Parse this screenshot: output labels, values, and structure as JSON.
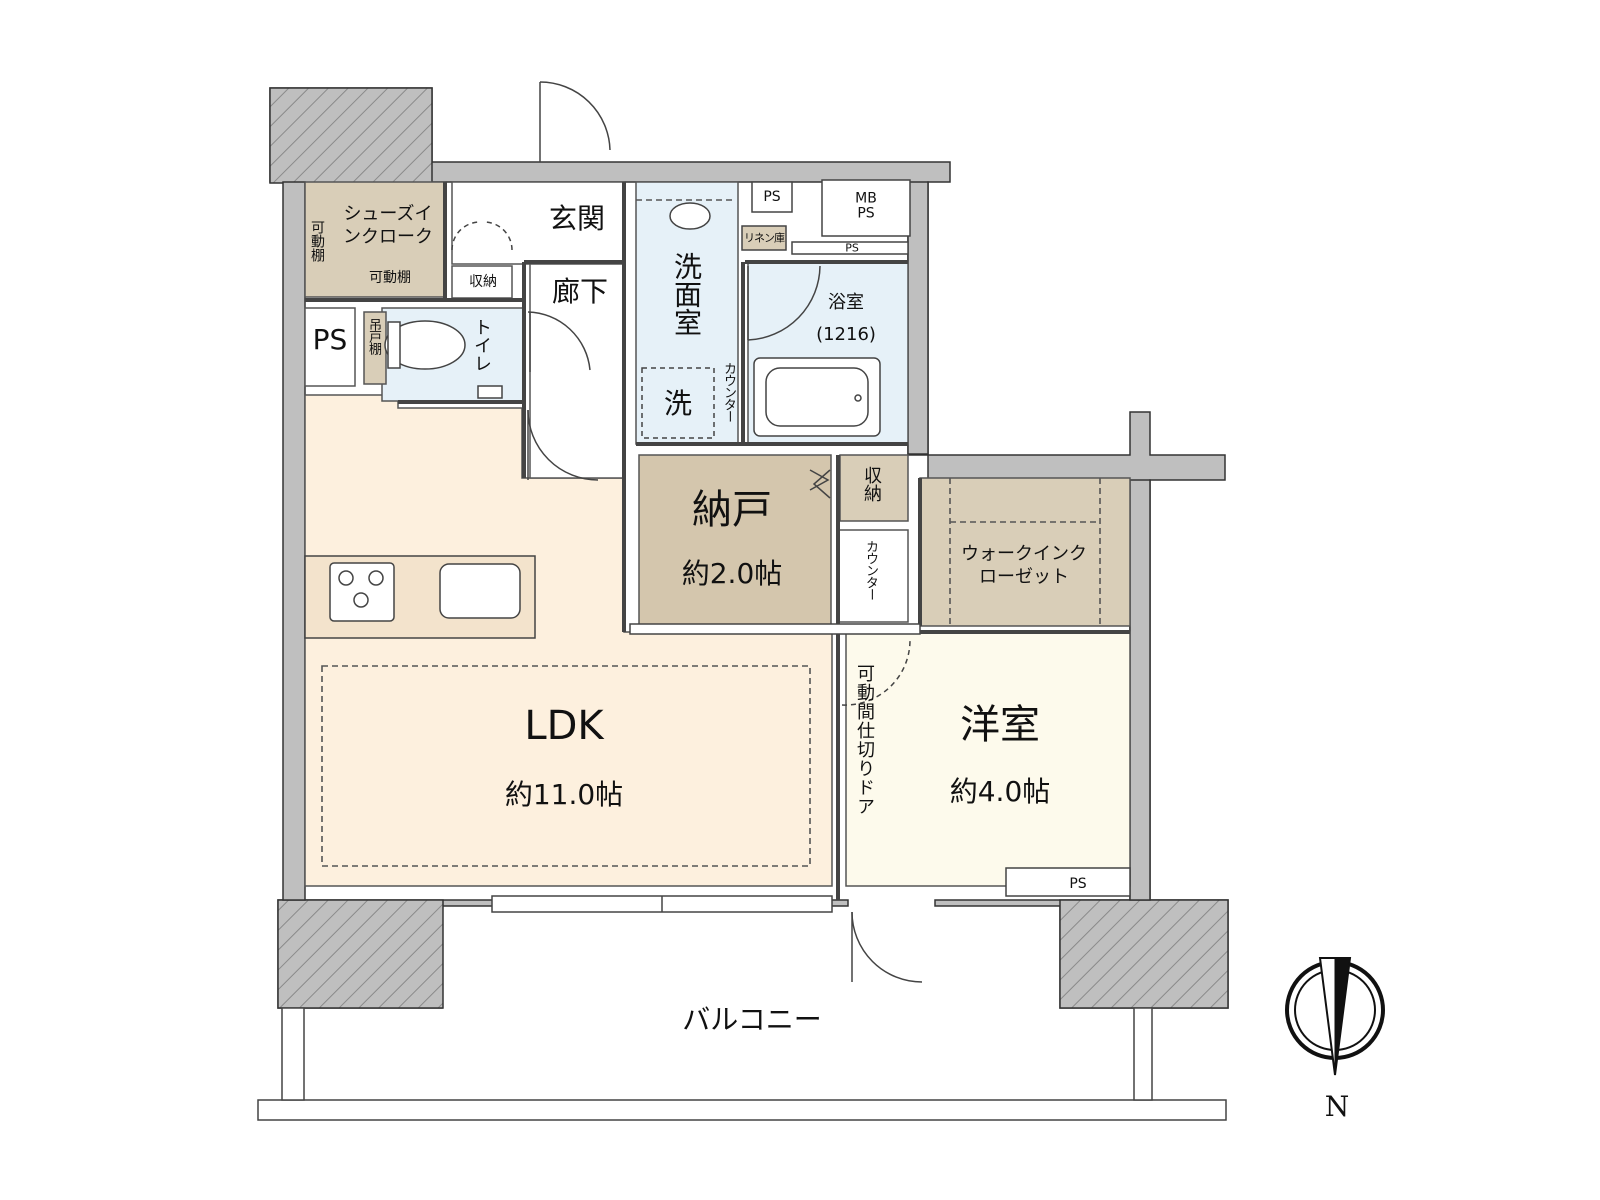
{
  "rooms": {
    "ldk": {
      "name": "LDK",
      "size": "約11.0帖"
    },
    "western": {
      "name": "洋室",
      "size": "約4.0帖"
    },
    "storage": {
      "name": "納戸",
      "size": "約2.0帖"
    },
    "entrance": "玄関",
    "hallway": "廊下",
    "washroom": "洗面室",
    "bath": {
      "name": "浴室",
      "spec": "(1216)"
    },
    "toilet": "トイレ",
    "shoes_closet": "シューズインクローク",
    "walk_in_closet": "ウォークインクローゼット",
    "balcony": "バルコニー"
  },
  "labels": {
    "movable_shelf_v": "可動棚",
    "movable_shelf_h": "可動棚",
    "storage_small": "収納",
    "storage_vertical": "収納",
    "ps_left": "PS",
    "ps_top": "PS",
    "mb_ps": "MB\nPS",
    "ps_strip": "PS",
    "ps_bottom": "PS",
    "linen": "リネン庫",
    "hanging_shelf": "吊戸棚",
    "counter_wash": "カウンター",
    "counter_storage": "カウンター",
    "washer": "洗",
    "movable_door": "可動間仕切りドア"
  },
  "compass": {
    "north": "N"
  },
  "colors": {
    "wall": "#bfbfbf",
    "wall_stroke": "#333333",
    "ldk_floor": "#fdf0de",
    "western_floor": "#fdfaec",
    "storage_floor": "#d4c6ad",
    "closet_floor": "#d9ceb8",
    "wet_floor": "#e6f1f8",
    "hall_floor": "#ffffff"
  }
}
